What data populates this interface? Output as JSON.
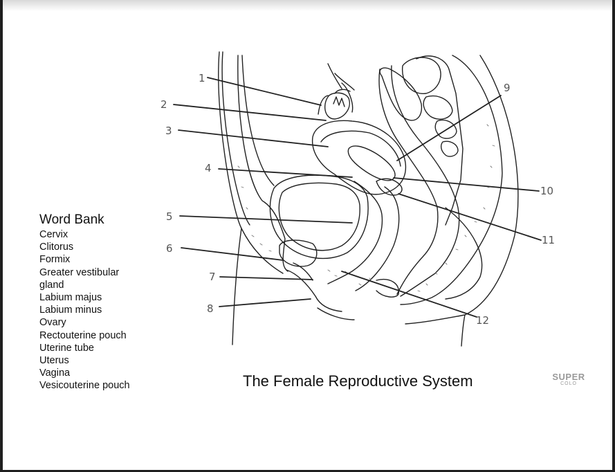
{
  "title": "The Female Reproductive System",
  "word_bank": {
    "heading": "Word Bank",
    "items": [
      "Cervix",
      "Clitorus",
      "Formix",
      "Greater vestibular",
      "gland",
      "Labium majus",
      "Labium minus",
      "Ovary",
      "Rectouterine pouch",
      "Uterine tube",
      "Uterus",
      "Vagina",
      "Vesicouterine pouch"
    ]
  },
  "diagram": {
    "labels": [
      "1",
      "2",
      "3",
      "4",
      "5",
      "6",
      "7",
      "8",
      "9",
      "10",
      "11",
      "12"
    ]
  },
  "logo": {
    "line1": "SUPER",
    "line2": "COLO"
  }
}
